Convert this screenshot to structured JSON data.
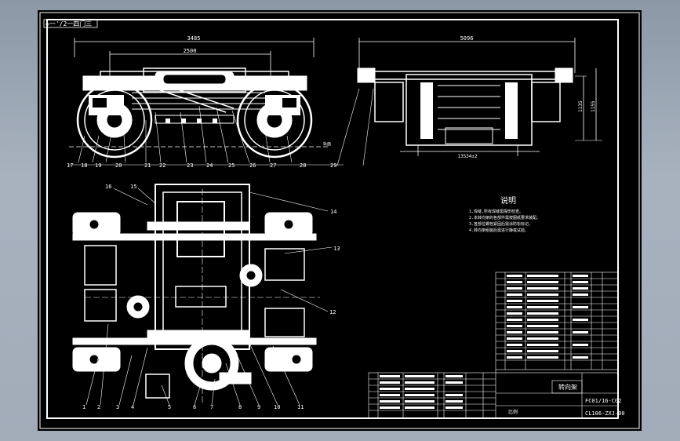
{
  "header_tag": "◇一'/2一四门三",
  "dims": {
    "front_total": "3485",
    "front_inner": "2500",
    "side_total": "5096",
    "side_h1": "1135",
    "side_h2": "1155",
    "side_bottom": "13534±2",
    "rail": "轨面"
  },
  "balloons_front": [
    "17",
    "18",
    "19",
    "20",
    "21",
    "22",
    "23",
    "24",
    "25",
    "26",
    "27",
    "28",
    "29"
  ],
  "balloons_plan": [
    "1",
    "2",
    "3",
    "4",
    "5",
    "6",
    "7",
    "8",
    "9",
    "10",
    "11",
    "12",
    "13",
    "14",
    "15",
    "16"
  ],
  "notes": {
    "title": "说明",
    "lines": [
      "1.焊缝,所有焊缝需探伤检查。",
      "2.本转向架的各部件需按图纸要求装配。",
      "3.各部位螺栓紧固后需涂防松标记。",
      "4.转向架组装后需进行静载试验。"
    ]
  },
  "title_block": {
    "label": "转向架",
    "drawing_no_1": "FC01/16-CG2",
    "drawing_no_2": "CL106-ZXJ-00",
    "company": "",
    "footer": "比例"
  }
}
